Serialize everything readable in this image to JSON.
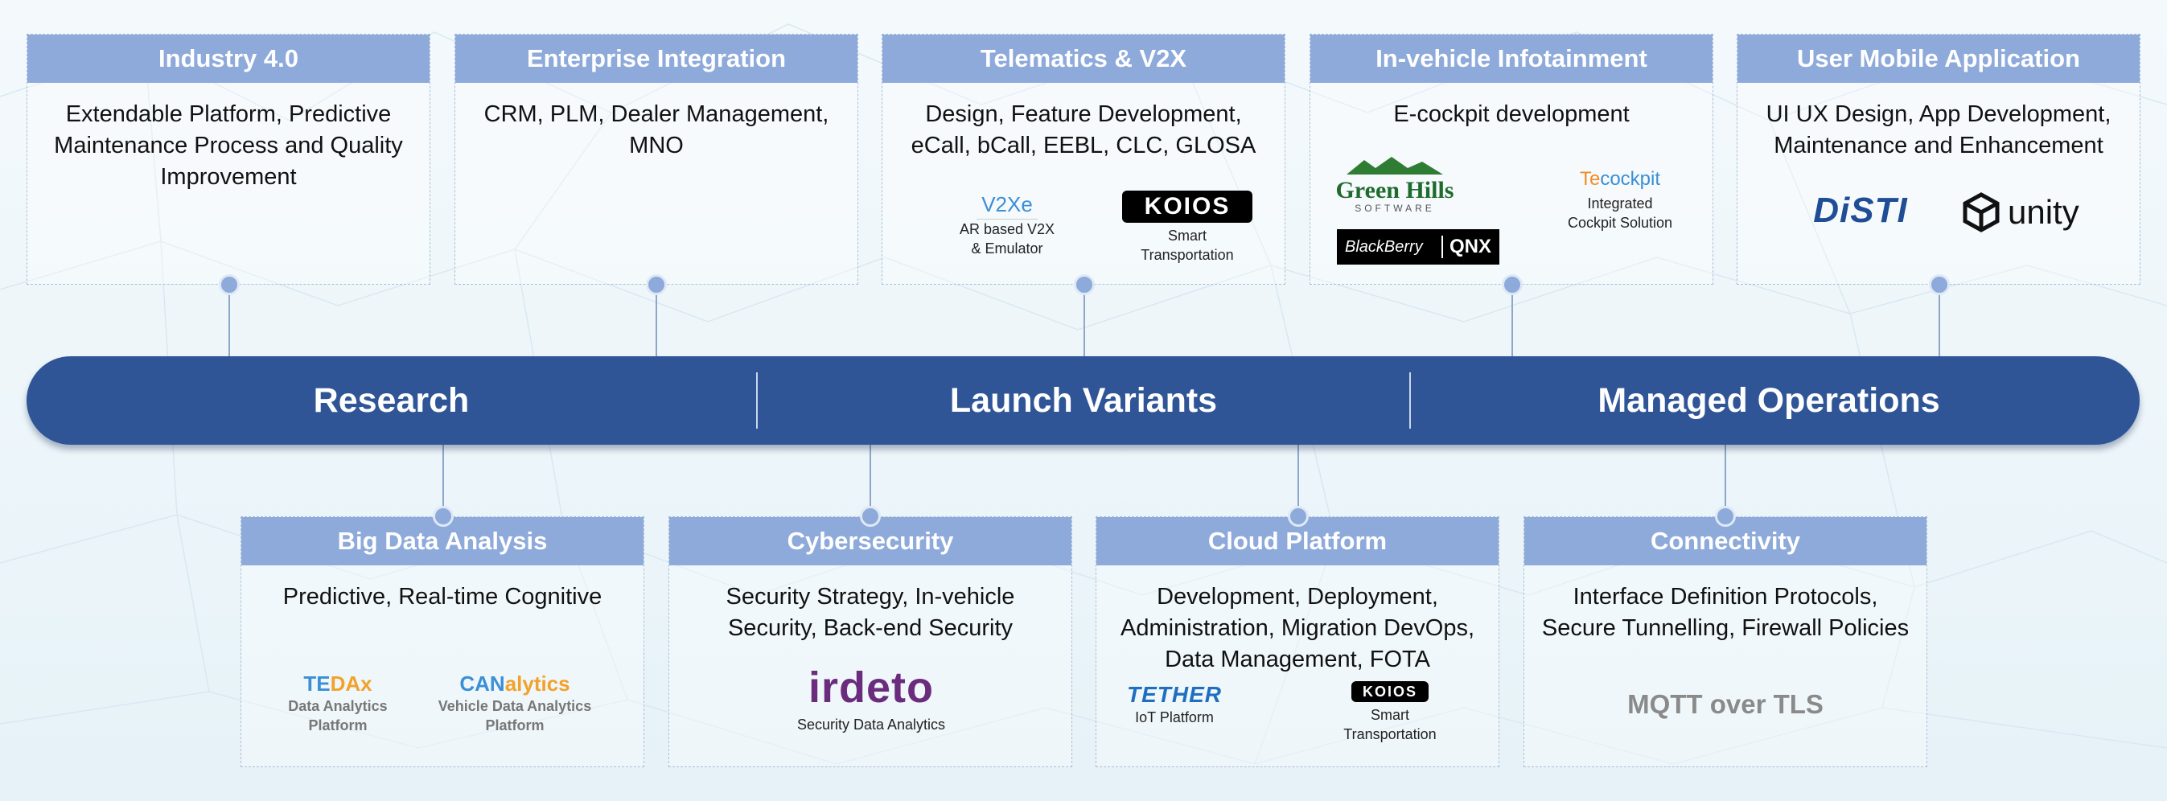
{
  "phases": [
    "Research",
    "Launch Variants",
    "Managed Operations"
  ],
  "top_cards": [
    {
      "title": "Industry 4.0",
      "description": "Extendable Platform, Predictive Maintenance Process and Quality Improvement"
    },
    {
      "title": "Enterprise Integration",
      "description": "CRM, PLM, Dealer Management, MNO"
    },
    {
      "title": "Telematics & V2X",
      "description": "Design, Feature Development, eCall, bCall, EEBL, CLC, GLOSA",
      "logos": [
        {
          "name": "V2Xe",
          "caption_1": "AR based V2X",
          "caption_2": "& Emulator"
        },
        {
          "name": "KOIOS",
          "caption_1": "Smart",
          "caption_2": "Transportation"
        }
      ]
    },
    {
      "title": "In-vehicle Infotainment",
      "description": "E-cockpit development",
      "logos": [
        {
          "name_1": "Green Hills",
          "name_2": "SOFTWARE"
        },
        {
          "name_1": "BlackBerry",
          "name_2": "QNX"
        },
        {
          "name_1": "Te",
          "name_2": "cockpit",
          "caption_1": "Integrated",
          "caption_2": "Cockpit Solution"
        }
      ]
    },
    {
      "title": "User Mobile Application",
      "description": "UI UX Design, App Development, Maintenance and Enhancement",
      "logos": [
        {
          "name": "DiSTI"
        },
        {
          "name": "unity"
        }
      ]
    }
  ],
  "bottom_cards": [
    {
      "title": "Big Data Analysis",
      "description": "Predictive, Real-time Cognitive",
      "logos": [
        {
          "name_1": "TE",
          "name_2": "DAx",
          "caption_1": "Data Analytics",
          "caption_2": "Platform"
        },
        {
          "name_1": "CAN",
          "name_2": "alytics",
          "caption_1": "Vehicle Data Analytics",
          "caption_2": "Platform"
        }
      ]
    },
    {
      "title": "Cybersecurity",
      "description": "Security Strategy, In-vehicle Security, Back-end Security",
      "logos": [
        {
          "name": "irdeto",
          "caption_1": "Security Data Analytics"
        }
      ]
    },
    {
      "title": "Cloud Platform",
      "description": "Development, Deployment, Administration, Migration DevOps, Data Management, FOTA",
      "logos": [
        {
          "name": "TETHER",
          "caption_1": "IoT Platform"
        },
        {
          "name": "KOIOS",
          "caption_1": "Smart",
          "caption_2": "Transportation"
        }
      ]
    },
    {
      "title": "Connectivity",
      "description": "Interface Definition Protocols, Secure Tunnelling, Firewall Policies",
      "highlight": "MQTT over TLS"
    }
  ],
  "colors": {
    "band": "#2f5597",
    "card_header": "#8eaadb",
    "connector": "#8eaadb"
  }
}
